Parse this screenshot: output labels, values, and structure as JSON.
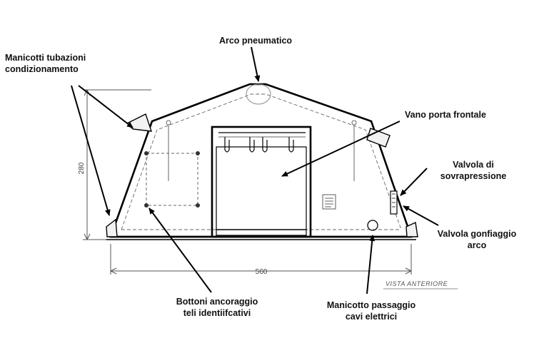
{
  "labels": {
    "arco_pneumatico": "Arco pneumatico",
    "manicotti_line1": "Manicotti tubazioni",
    "manicotti_line2": "condizionamento",
    "vano_porta": "Vano porta frontale",
    "valvola_sovra_line1": "Valvola di",
    "valvola_sovra_line2": "sovrapressione",
    "valvola_gonf_line1": "Valvola gonfiaggio",
    "valvola_gonf_line2": "arco",
    "bottoni_line1": "Bottoni ancoraggio",
    "bottoni_line2": "teli identiifcativi",
    "manicotto_cavi_line1": "Manicotto passaggio",
    "manicotto_cavi_line2": "cavi elettrici"
  },
  "dimensions": {
    "height": "280",
    "width": "560"
  },
  "view_caption": "VISTA ANTERIORE"
}
